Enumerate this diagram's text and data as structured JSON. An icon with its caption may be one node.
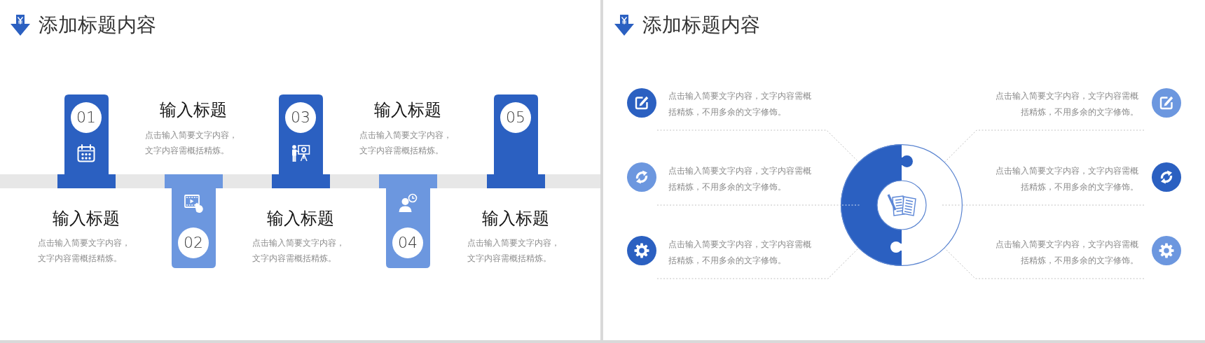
{
  "diagram": {
    "title": "添加标题内容",
    "nodes": [
      {
        "text": [],
        "shape": "bar"
      },
      {
        "text": [
          "01"
        ],
        "beside": [
          "输入标题",
          "点击输入简要文字内容，文字内容需概括精炼。"
        ]
      },
      {
        "text": [
          "02"
        ],
        "beside": [
          "输入标题",
          "点击输入简要文字内容，文字内容需概括精炼。"
        ]
      },
      {
        "text": [
          "03"
        ],
        "beside": [
          "输入标题",
          "点击输入简要文字内容，文字内容需概括精炼。"
        ]
      },
      {
        "text": [
          "04"
        ],
        "beside": [
          "输入标题",
          "点击输入简要文字内容，文字内容需概括精炼。"
        ]
      },
      {
        "text": [
          "05"
        ],
        "beside": [
          "输入标题",
          "点击输入简要文字内容，文字内容需概括精炼。"
        ]
      },
      {
        "text": [
          "点击输入简要文字内容，文字内容需概括精炼，不用多余的文字修饰。"
        ]
      },
      {
        "text": [
          "点击输入简要文字内容，文字内容需概括精炼，不用多余的文字修饰。"
        ]
      },
      {
        "text": [
          "点击输入简要文字内容，文字内容需概括精炼，不用多余的文字修饰。"
        ]
      },
      {
        "text": [],
        "shape": "circle"
      },
      {
        "text": [
          "点击输入简要文字内容，文字内容需概括精炼，不用多余的文字修饰。"
        ]
      },
      {
        "text": [
          "点击输入简要文字内容，文字内容需概括精炼，不用多余的文字修饰。"
        ]
      },
      {
        "text": [
          "点击输入简要文字内容，文字内容需概括精炼，不用多余的文字修饰。"
        ]
      }
    ],
    "edges": [
      {
        "from": 6,
        "to": 9,
        "arrow": "none",
        "style": "dashed"
      },
      {
        "from": 7,
        "to": 9,
        "arrow": "none",
        "style": "dashed"
      },
      {
        "from": 8,
        "to": 9,
        "arrow": "none",
        "style": "dashed"
      },
      {
        "from": 10,
        "to": 9,
        "arrow": "none",
        "style": "dashed"
      },
      {
        "from": 11,
        "to": 9,
        "arrow": "none",
        "style": "dashed"
      },
      {
        "from": 12,
        "to": 9,
        "arrow": "none",
        "style": "dashed"
      }
    ],
    "labels": [
      "添加标题内容"
    ]
  }
}
